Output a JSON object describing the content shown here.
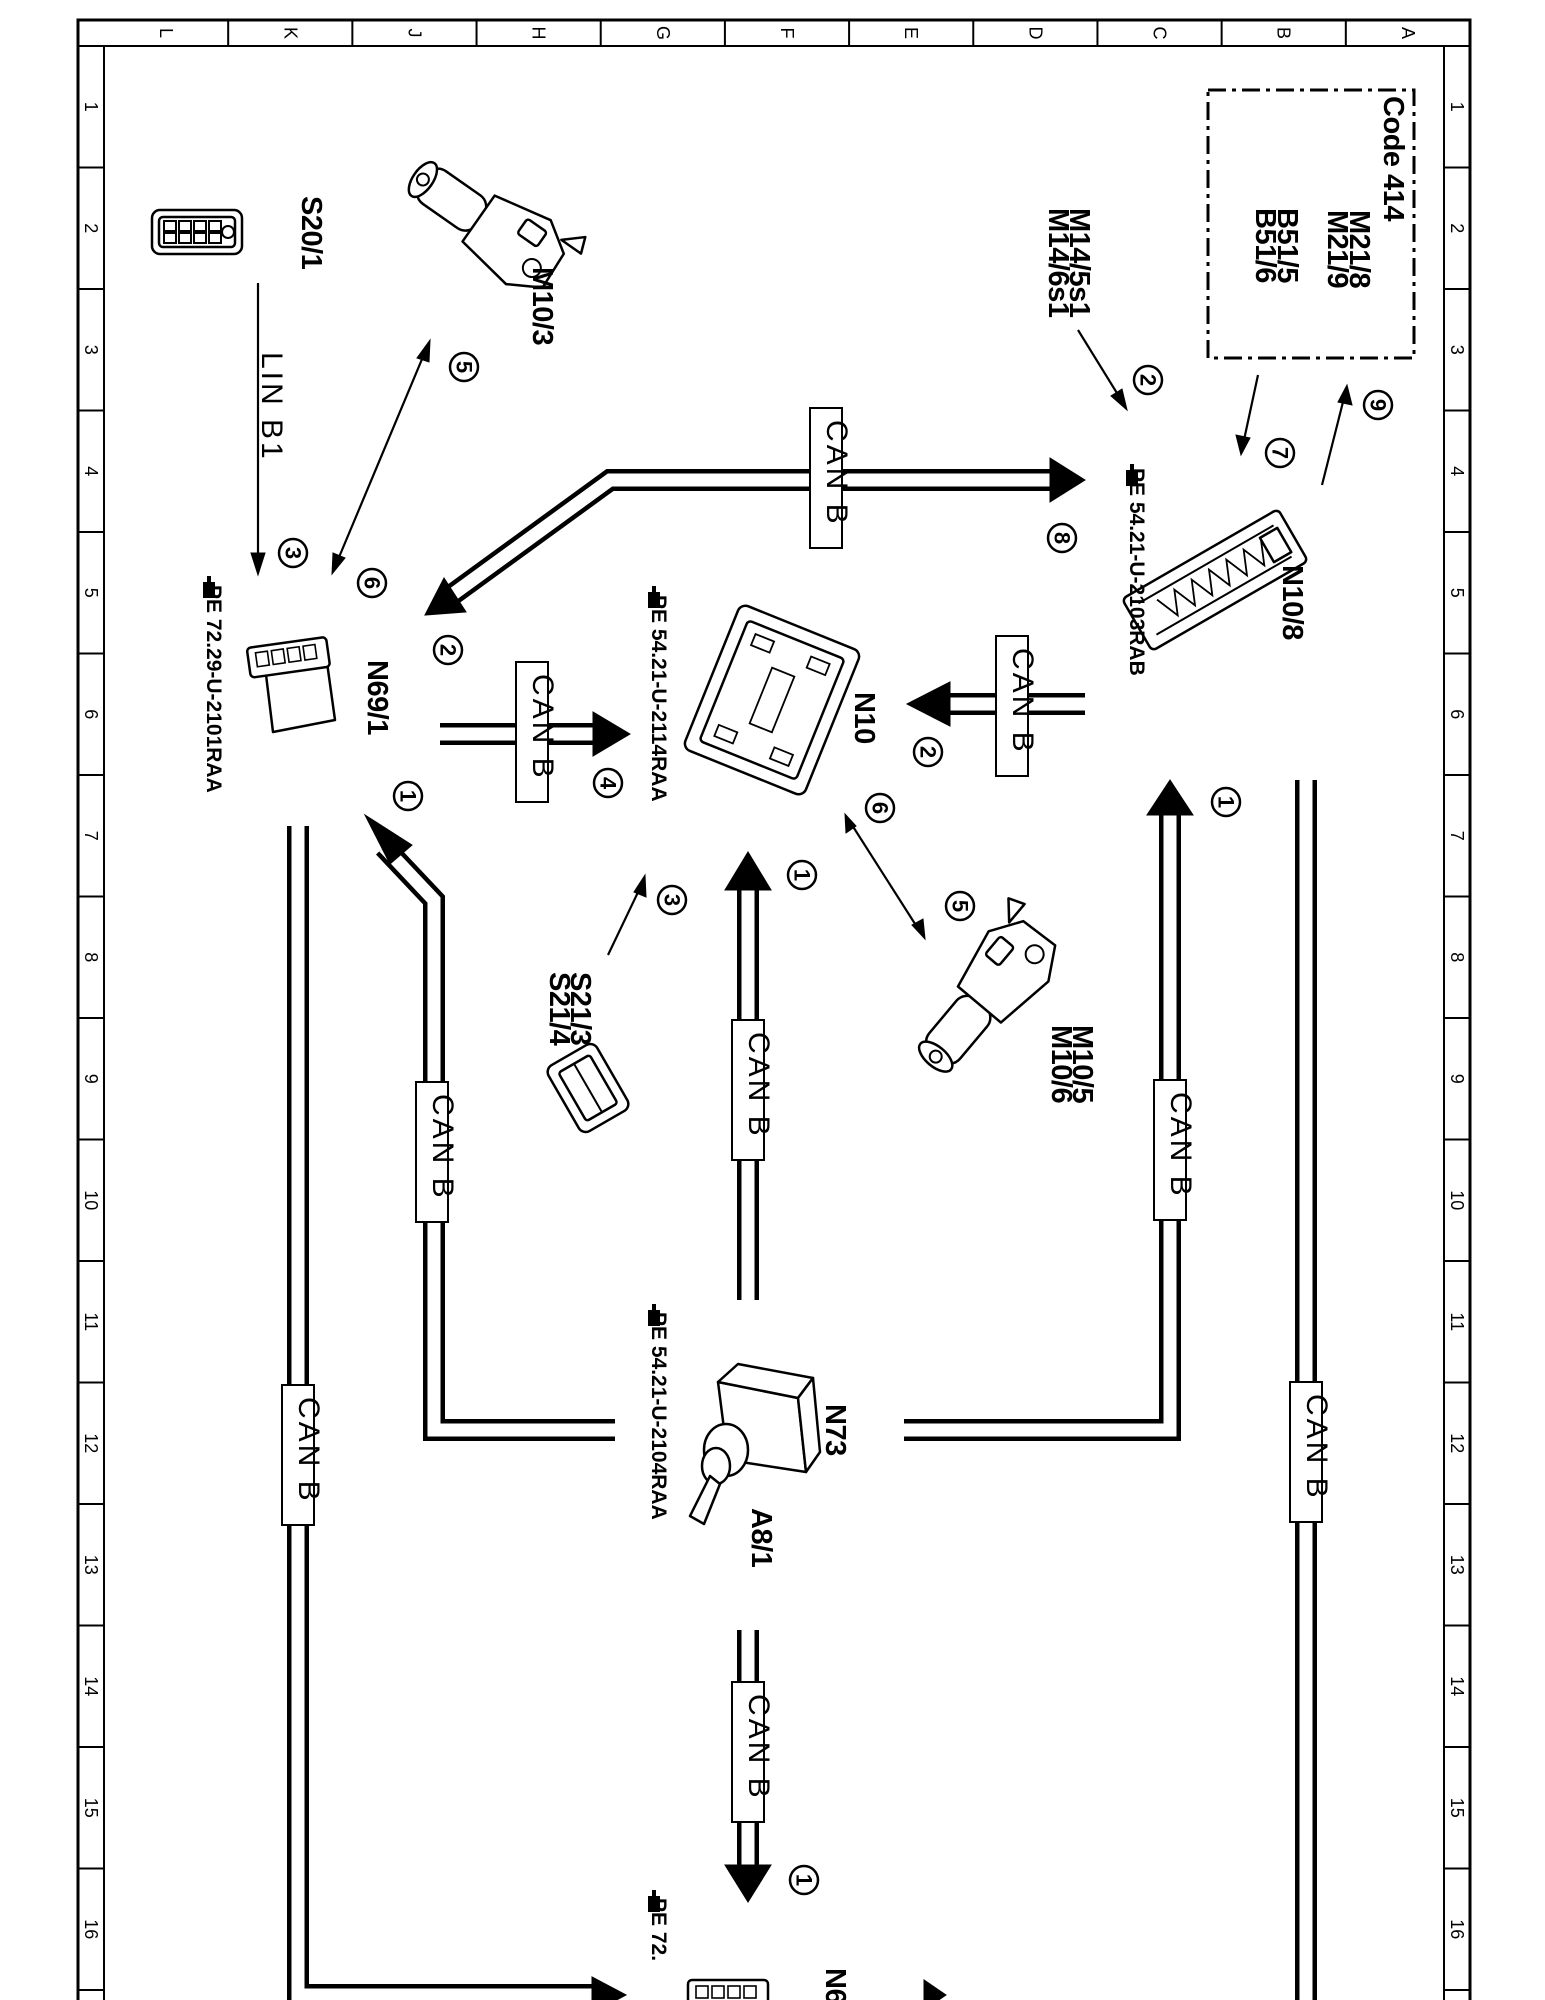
{
  "border": {
    "columns": [
      "L",
      "K",
      "J",
      "H",
      "G",
      "F",
      "E",
      "D",
      "C",
      "B",
      "A"
    ],
    "rows": [
      "1",
      "2",
      "3",
      "4",
      "5",
      "6",
      "7",
      "8",
      "9",
      "10",
      "11",
      "12",
      "13",
      "14",
      "15",
      "16"
    ]
  },
  "code_box": {
    "title": "Code 414",
    "items": [
      "M21/8",
      "M21/9",
      "B51/5",
      "B51/6"
    ]
  },
  "components": {
    "s20_1": "S20/1",
    "m10_3": "M10/3",
    "m14": [
      "M14/5s1",
      "M14/6s1"
    ],
    "n10_8": "N10/8",
    "n69_1": "N69/1",
    "n10": "N10",
    "s21": [
      "S21/3",
      "S21/4"
    ],
    "m10_5": [
      "M10/5",
      "M10/6"
    ],
    "n73": "N73",
    "a8_1": "A8/1",
    "n6x_partial": "N6"
  },
  "pe_refs": {
    "n10_8": "PE 54.21-U-2103RAB",
    "n10": "PE 54.21-U-2114RAA",
    "n69_1": "PE 72.29-U-2101RAA",
    "n73": "PE 54.21-U-2104RAA",
    "bottom_partial": "PE 72."
  },
  "bus_labels": {
    "lin": "LIN B1",
    "can": "CAN B"
  },
  "markers": {
    "c2_m14": "2",
    "c9_code": "9",
    "c7_code": "7",
    "c8_n108": "8",
    "c2_n108": "2",
    "c1_rightbus": "1",
    "c6_n10": "6",
    "c5_m105": "5",
    "c1_n10": "1",
    "c3_s21": "3",
    "c4_n69": "4",
    "c1_n69": "1",
    "c2_n69": "2",
    "c6_n69": "6",
    "c5_m103": "5",
    "c3_lin": "3",
    "c1_bottom": "1"
  }
}
